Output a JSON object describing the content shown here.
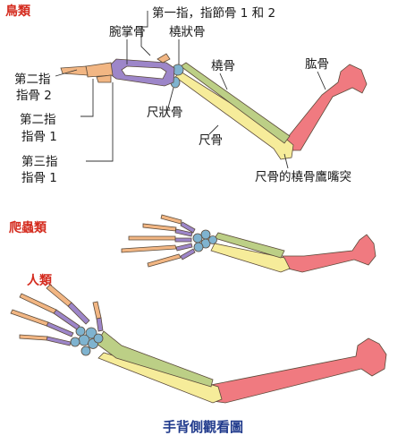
{
  "colors": {
    "humerus": "#f07a80",
    "radius": "#bccf86",
    "ulna": "#f6ec9a",
    "carpal": "#7fb3cf",
    "metacarpal": "#9d86c9",
    "phalanx": "#f2b683",
    "heading": "#d42b1e",
    "caption": "#203a8c"
  },
  "sections": {
    "bird": "鳥類",
    "reptile": "爬蟲類",
    "human": "人類"
  },
  "labels": {
    "first_digit": "第一指，指節骨 1 和 2",
    "carpometacarpus": "腕掌骨",
    "radiale": "橈狀骨",
    "radius": "橈骨",
    "humerus": "肱骨",
    "d2_p2_line1": "第二指",
    "d2_p2_line2": "指骨 2",
    "ulnare": "尺狀骨",
    "d2_p1_line1": "第二指",
    "d2_p1_line2": "指骨 1",
    "ulna": "尺骨",
    "d3_p1_line1": "第三指",
    "d3_p1_line2": "指骨 1",
    "olecranon": "尺骨的橈骨鷹嘴突"
  },
  "caption": "手背側觀看圖"
}
